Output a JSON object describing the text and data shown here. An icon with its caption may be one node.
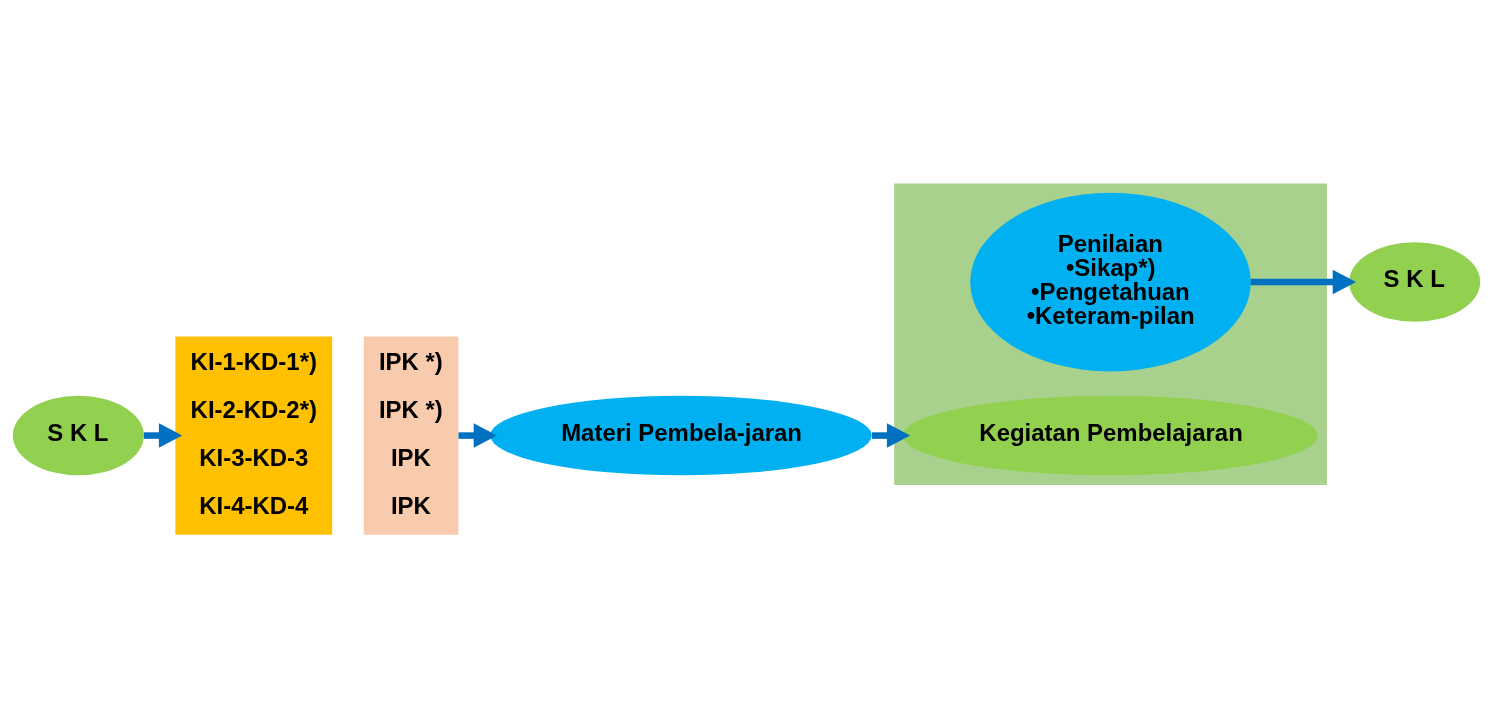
{
  "diagram": {
    "nodes": [
      {
        "text": [
          "S K L"
        ]
      },
      {
        "text": [
          "KI-1-KD-1*)",
          "KI-2-KD-2*)",
          "KI-3-KD-3",
          "KI-4-KD-4"
        ]
      },
      {
        "text": [
          "IPK *)",
          "IPK *)",
          "IPK",
          "IPK"
        ]
      },
      {
        "text": [
          "Materi Pembela-jaran"
        ]
      },
      {
        "text": [],
        "shape": "box"
      },
      {
        "text": [
          "Kegiatan Pembelajaran"
        ],
        "in": 4
      },
      {
        "text": [
          "Penilaian",
          "•Sikap*)",
          "•Pengetahuan",
          "•Keteram-pilan"
        ],
        "in": 4
      },
      {
        "text": [
          "S K L"
        ]
      }
    ],
    "edges": [
      {
        "from": 0,
        "to": 1,
        "arrow": "to"
      },
      {
        "from": 2,
        "to": 3,
        "arrow": "to"
      },
      {
        "from": 3,
        "to": 5,
        "arrow": "to"
      },
      {
        "from": 6,
        "to": 7,
        "arrow": "to"
      }
    ]
  }
}
